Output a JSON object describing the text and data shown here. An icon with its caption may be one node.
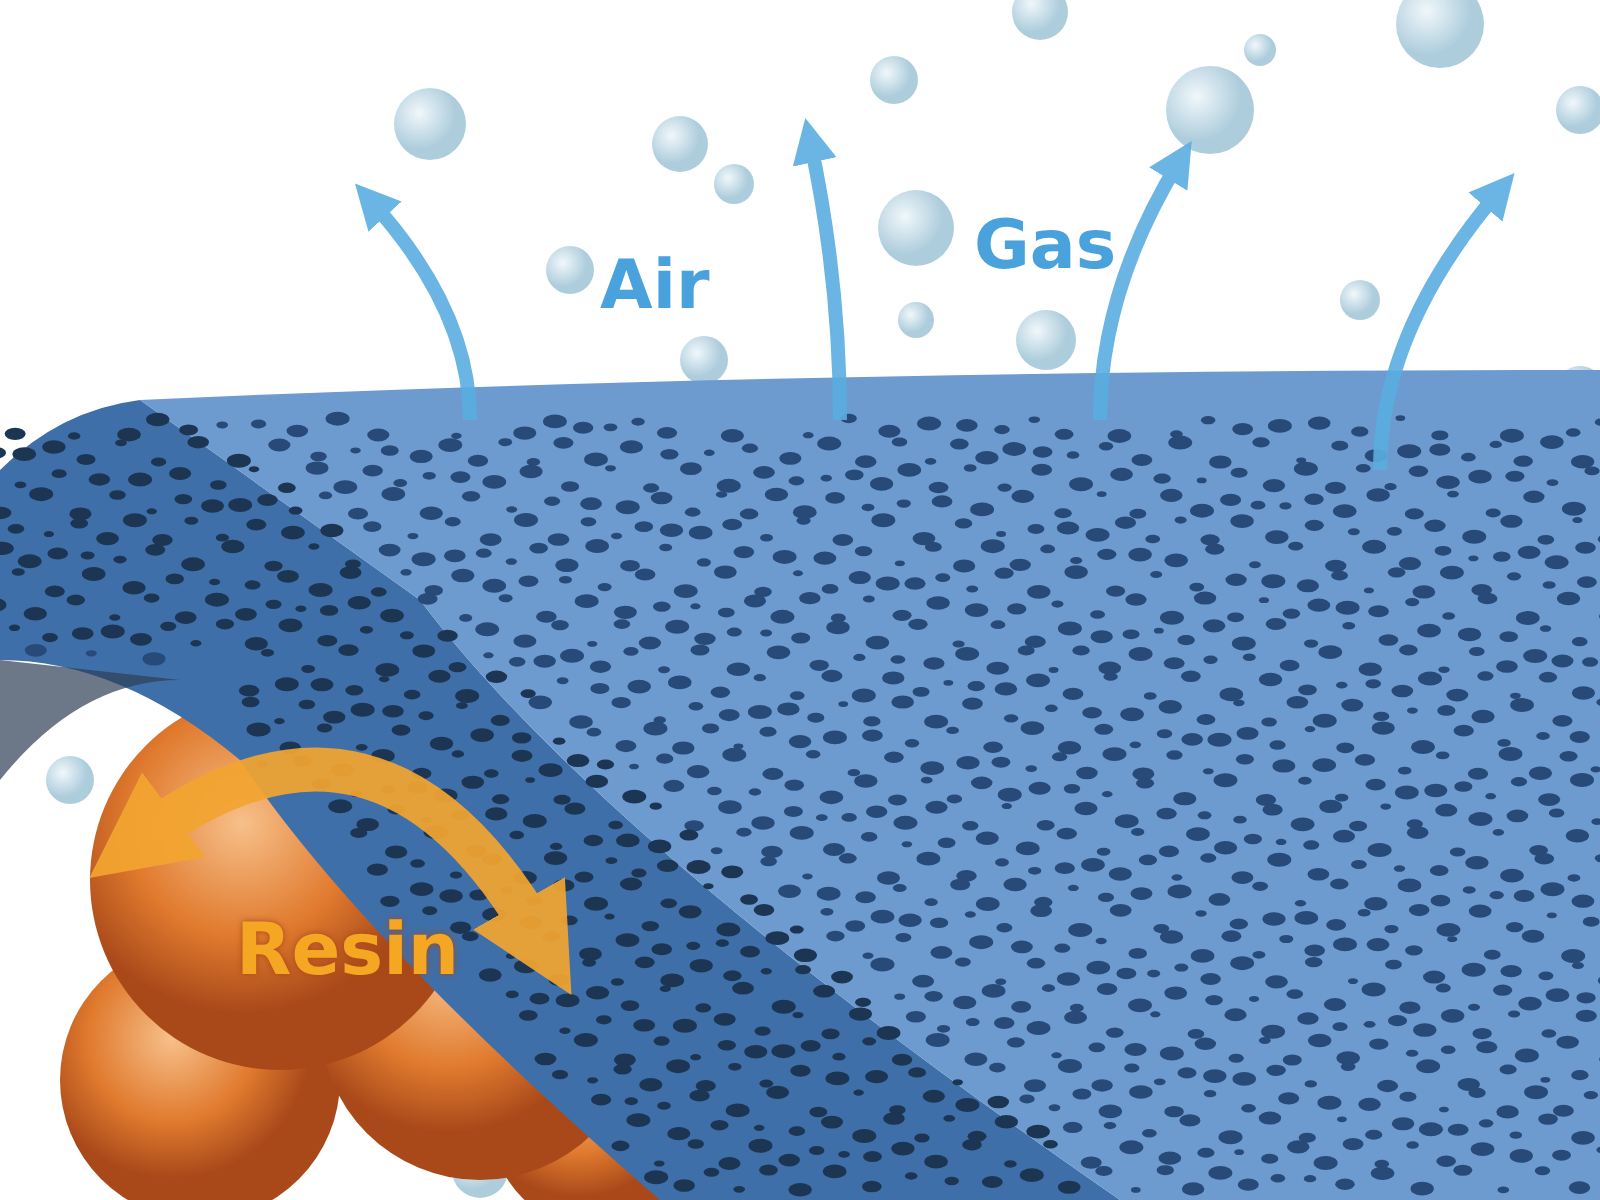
{
  "diagram": {
    "labels": [
      "Air",
      "Gas",
      "Resin"
    ]
  }
}
